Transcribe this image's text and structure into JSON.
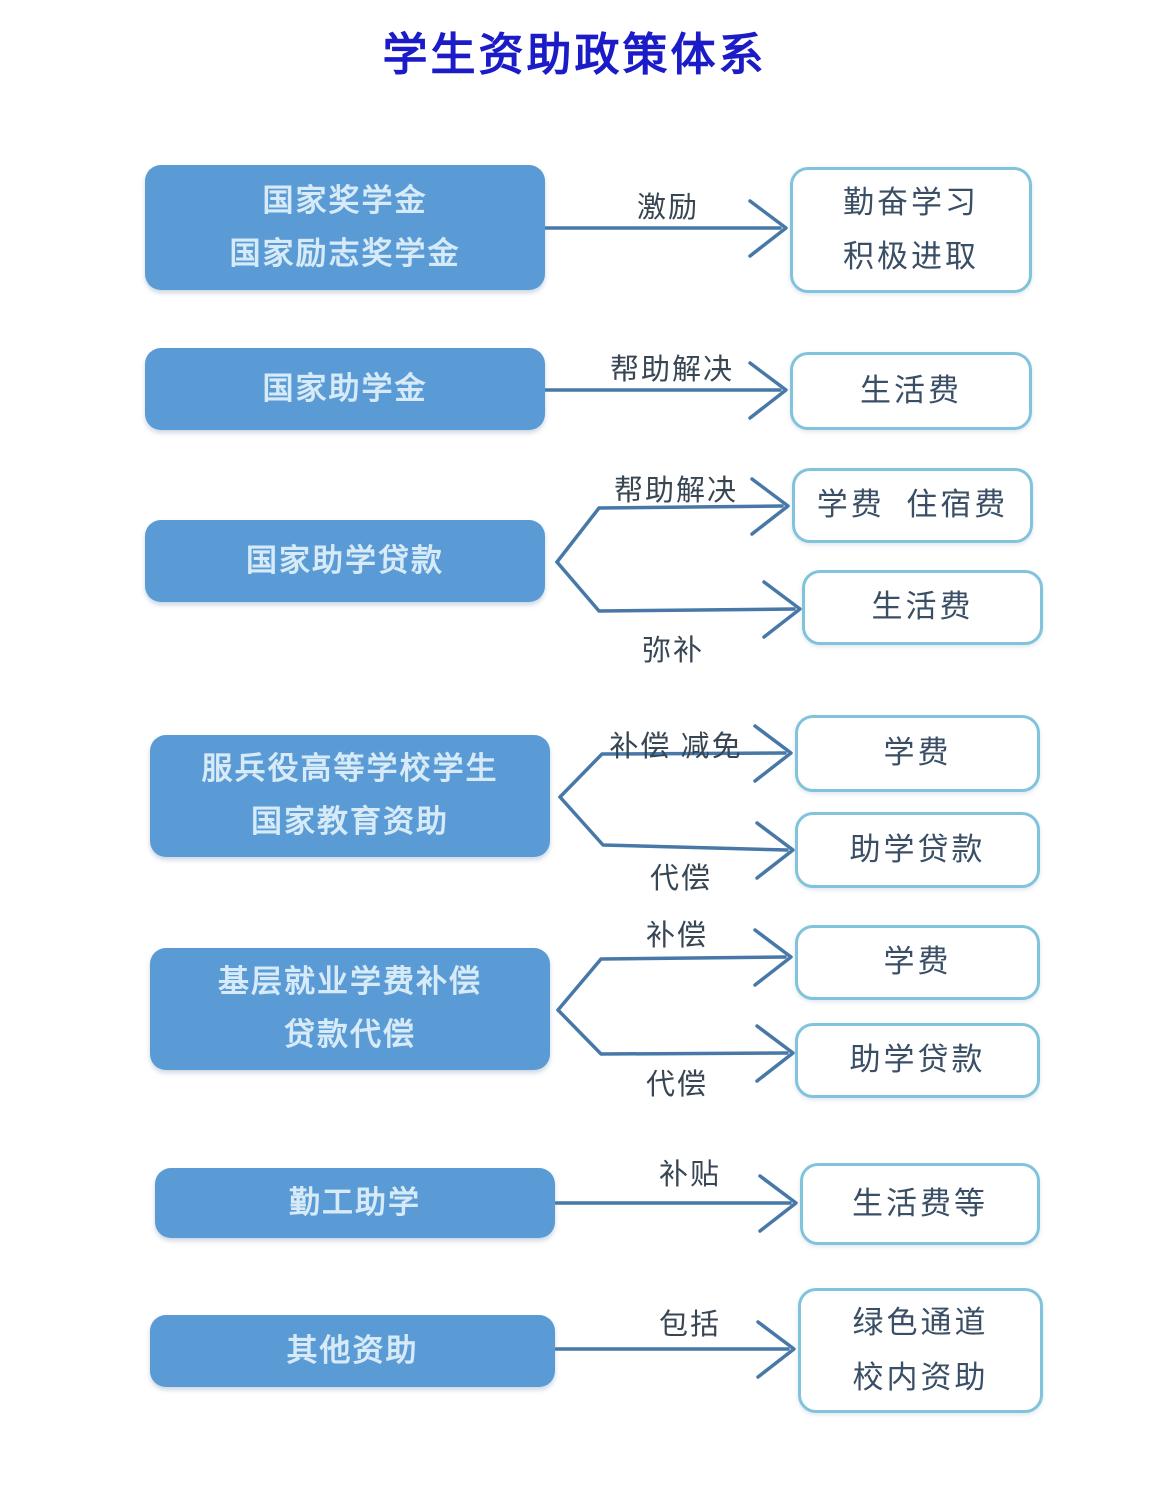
{
  "title": "学生资助政策体系",
  "colors": {
    "title-color": "#1B1BC8",
    "source-fill": "#5B9BD5",
    "source-text": "#D6EAF8",
    "target-border": "#82C3DC",
    "target-text": "#3A4F66",
    "arrow-color": "#4778A8",
    "label-color": "#384653"
  },
  "rows": [
    {
      "source": [
        "国家奖学金",
        "国家励志奖学金"
      ],
      "links": [
        {
          "label": "激励",
          "target": [
            "勤奋学习",
            "积极进取"
          ]
        }
      ]
    },
    {
      "source": [
        "国家助学金"
      ],
      "links": [
        {
          "label": "帮助解决",
          "target": [
            "生活费"
          ]
        }
      ]
    },
    {
      "source": [
        "国家助学贷款"
      ],
      "links": [
        {
          "label": "帮助解决",
          "target": [
            "学费  住宿费"
          ]
        },
        {
          "label": "弥补",
          "target": [
            "生活费"
          ]
        }
      ]
    },
    {
      "source": [
        "服兵役高等学校学生",
        "国家教育资助"
      ],
      "links": [
        {
          "label": "补偿 减免",
          "target": [
            "学费"
          ]
        },
        {
          "label": "代偿",
          "target": [
            "助学贷款"
          ]
        }
      ]
    },
    {
      "source": [
        "基层就业学费补偿",
        "贷款代偿"
      ],
      "links": [
        {
          "label": "补偿",
          "target": [
            "学费"
          ]
        },
        {
          "label": "代偿",
          "target": [
            "助学贷款"
          ]
        }
      ]
    },
    {
      "source": [
        "勤工助学"
      ],
      "links": [
        {
          "label": "补贴",
          "target": [
            "生活费等"
          ]
        }
      ]
    },
    {
      "source": [
        "其他资助"
      ],
      "links": [
        {
          "label": "包括",
          "target": [
            "绿色通道",
            "校内资助"
          ]
        }
      ]
    }
  ]
}
